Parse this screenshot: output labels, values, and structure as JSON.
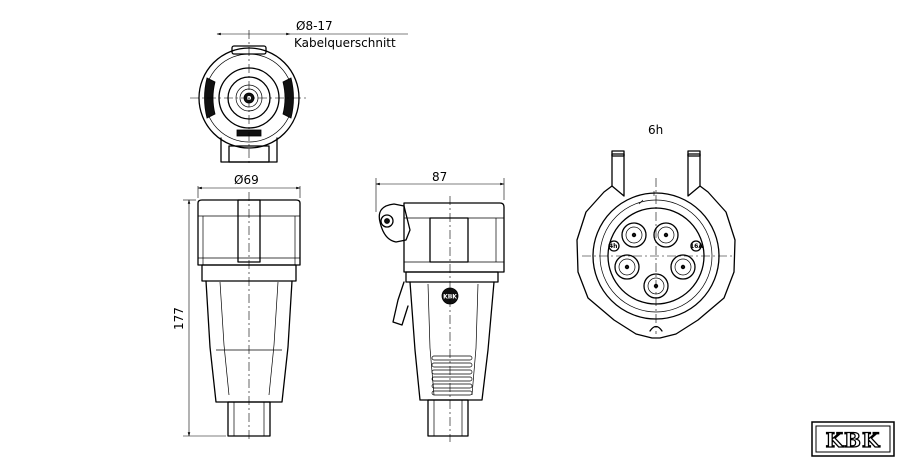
{
  "dimensions": {
    "cable_diameter": "Ø8-17",
    "cable_label": "Kabelquerschnitt",
    "body_diameter": "Ø69",
    "length": "177",
    "depth": "87",
    "clock_position": "6h"
  },
  "pin_labels": {
    "left": "4h",
    "right": "16A"
  },
  "logo": {
    "text": "KBK"
  }
}
